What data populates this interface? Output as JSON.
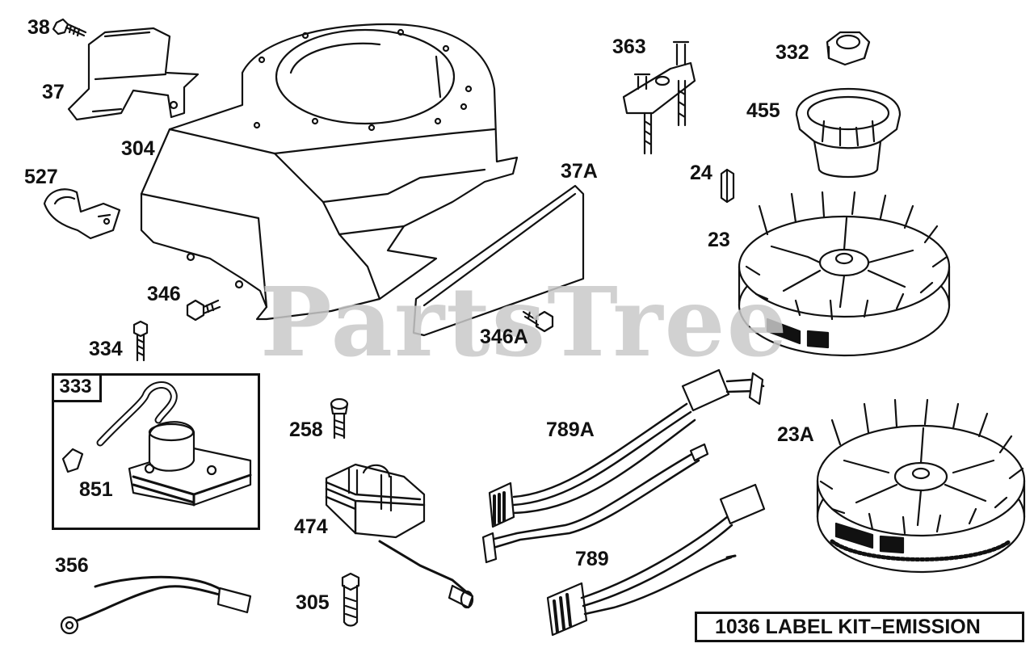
{
  "watermark": "PartsTree",
  "callouts": {
    "p38": "38",
    "p37": "37",
    "p304": "304",
    "p527": "527",
    "p346": "346",
    "p334": "334",
    "p37A": "37A",
    "p346A": "346A",
    "p363": "363",
    "p332": "332",
    "p455": "455",
    "p24": "24",
    "p23": "23",
    "p333": "333",
    "p851": "851",
    "p258": "258",
    "p474": "474",
    "p305": "305",
    "p356": "356",
    "p789A": "789A",
    "p789": "789",
    "p23A": "23A"
  },
  "kit_label": "1036 LABEL KIT–EMISSION"
}
